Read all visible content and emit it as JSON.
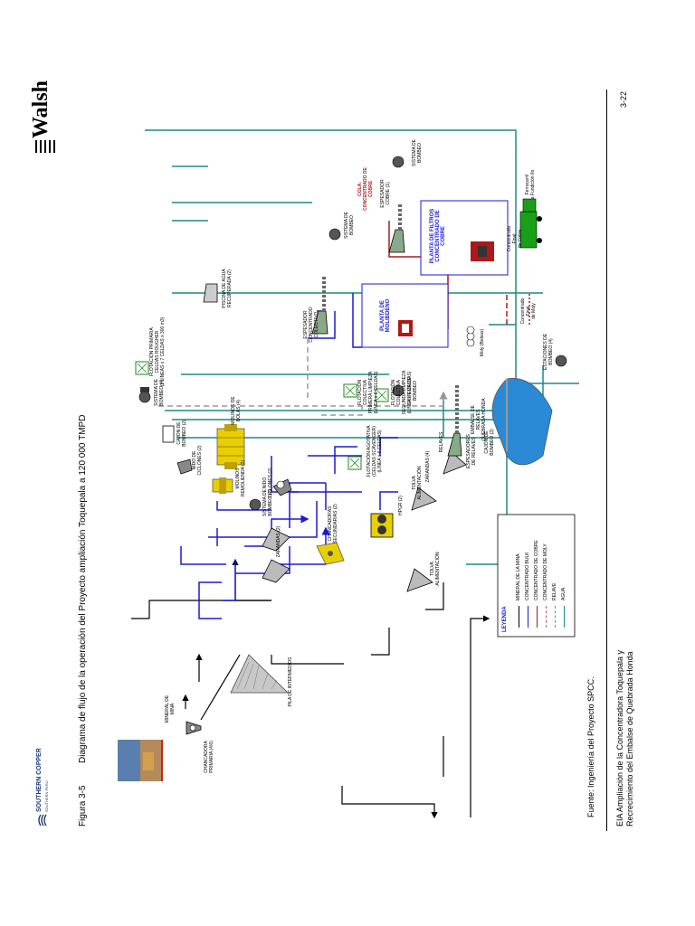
{
  "header": {
    "company_line1": "SOUTHERN COPPER",
    "company_line2": "SOUTHERN PERU",
    "figure_number": "Figura 3-5",
    "figure_title": "Diagrama de flujo de la operación del Proyecto ampliación Toquepala a 120 000 TMPD",
    "logo_text": "Walsh"
  },
  "footer": {
    "source": "Fuente: Ingeniería del Proyecto SPCC.",
    "doc_line1": "EIA Ampliación de la Concentradora Toquepala y",
    "doc_line2": "Recrecimiento del Embalse de Quebrada Honda",
    "page_number": "3-22"
  },
  "diagram": {
    "mina": "MINERAL DE\nMINA",
    "chancadora_primaria": "CHANCADORA\nPRIMARIA (4/6)",
    "pila_intermedios": "PILA DE INTERMEDIOS",
    "zarandas_2": "ZARANDAS (2)",
    "chancadoras": "CHANCADORAS\nSECUNDARIAS (2)",
    "tolva_1": "TOLVA\nALIMENTACIÓN",
    "hpgr": "HPGR (2)",
    "tolva_2": "TOLVA\nALIMENTACIÓN",
    "zarandas_4": "ZARANDAS (4)",
    "cajon_bombeo": "CAJÓN DE\nBOMBEO (2)",
    "molinos_bolas": "MOLINOS DE\nBOLAS (4)",
    "nido_ciclones": "NIDO\nCICLONES (2)",
    "sistema_bombeo_1": "SISTEMA DE\nBOMBEO (4)",
    "flot_primaria": "FLOTACIÓN PRIMARIA\nCELDAS ROUGHER\n(3 LÍNEAS x 7 CELDAS x 300 m3)",
    "cajon_bombeo_2": "CAJÓN DE\nBOMBEO (2)",
    "molinos_remolienda": "MOLINOS\nREMOLIENDA (2)",
    "sistema_bombeo_2": "SISTEMA DE\nBOMBEO (2)",
    "nido_ciclones_2": "NIDO DE\nCICLONES (2)",
    "flot_colectiva_1": "FLOTACIÓN\nCOLECTIVA\nPRIMERA LIMPIEZA\n(LÍNEA x 6 CELDAS)",
    "flot_colectiva_2": "FLOTACIÓN\nCOLECTIVA\nSEGUNDA LIMPIEZA\n(LÍNEA x 6 CELDAS)",
    "flot_agotativa": "FLOTACIÓN AGOTATIVA\n(CELDAS SCAVENGER)\n(LÍNEA x 6 CELDAS)",
    "espesadores_relaves": "ESPESADORES\nDE RELAVES",
    "relaves": "RELAVES",
    "sistema_bombeo_3": "SISTEMA DE\nBOMBEO",
    "embalse": "EMBALSE DE\nRELAVES\nQUEBRADA HONDA",
    "estaciones_bombeo": "ESTACIONES DE\nBOMBEO (4)",
    "espesador_concentrado": "ESPESADOR\nCONCENTRADO\nCOLECTIVO",
    "planta_molibdeno": "PLANTA DE\nMOLIBDENO",
    "moly": "Moly (Bolsas)",
    "sistema_bombeo_4": "SISTEMA DE\nBOMBEO",
    "piscina_agua": "PISCINA DE AGUA\nRECUPERADA (2)",
    "cola_concentrado": "COLA:\nCONCENTRADO DE\nCOBRE",
    "espesador_cobre": "ESPESADOR\nCOBRE (1)",
    "sistema_bombeo_5": "SISTEMA DE\nBOMBEO",
    "planta_filtros": "PLANTA DE FILTROS\nCONCENTRADO DE\nCOBRE",
    "concentrado_final_cobre": "Concentrado Final\nde Cobre",
    "concentrado_final_moly": "Concentrado Final\nde Moly",
    "ferrocarril": "Ferrocarril\na Fundición Ilo"
  },
  "legend": {
    "title": "LEYENDA",
    "items": [
      {
        "label": "MINERAL DE LA MINA",
        "color": "#000000"
      },
      {
        "label": "CONCENTRADO BULK",
        "color": "#1a1ad6"
      },
      {
        "label": "CONCENTRADO DE COBRE",
        "color": "#b01818"
      },
      {
        "label": "CONCENTRADO DE MOLY",
        "color": "#c06060"
      },
      {
        "label": "RELAVE",
        "color": "#888888"
      },
      {
        "label": "AGUA",
        "color": "#1a8a8a"
      }
    ]
  },
  "colors": {
    "ore": "#000000",
    "bulk": "#1a1ad6",
    "copper": "#b01818",
    "water": "#1a8a8a",
    "tailings": "#999999",
    "box_border": "#1a1ad6"
  }
}
